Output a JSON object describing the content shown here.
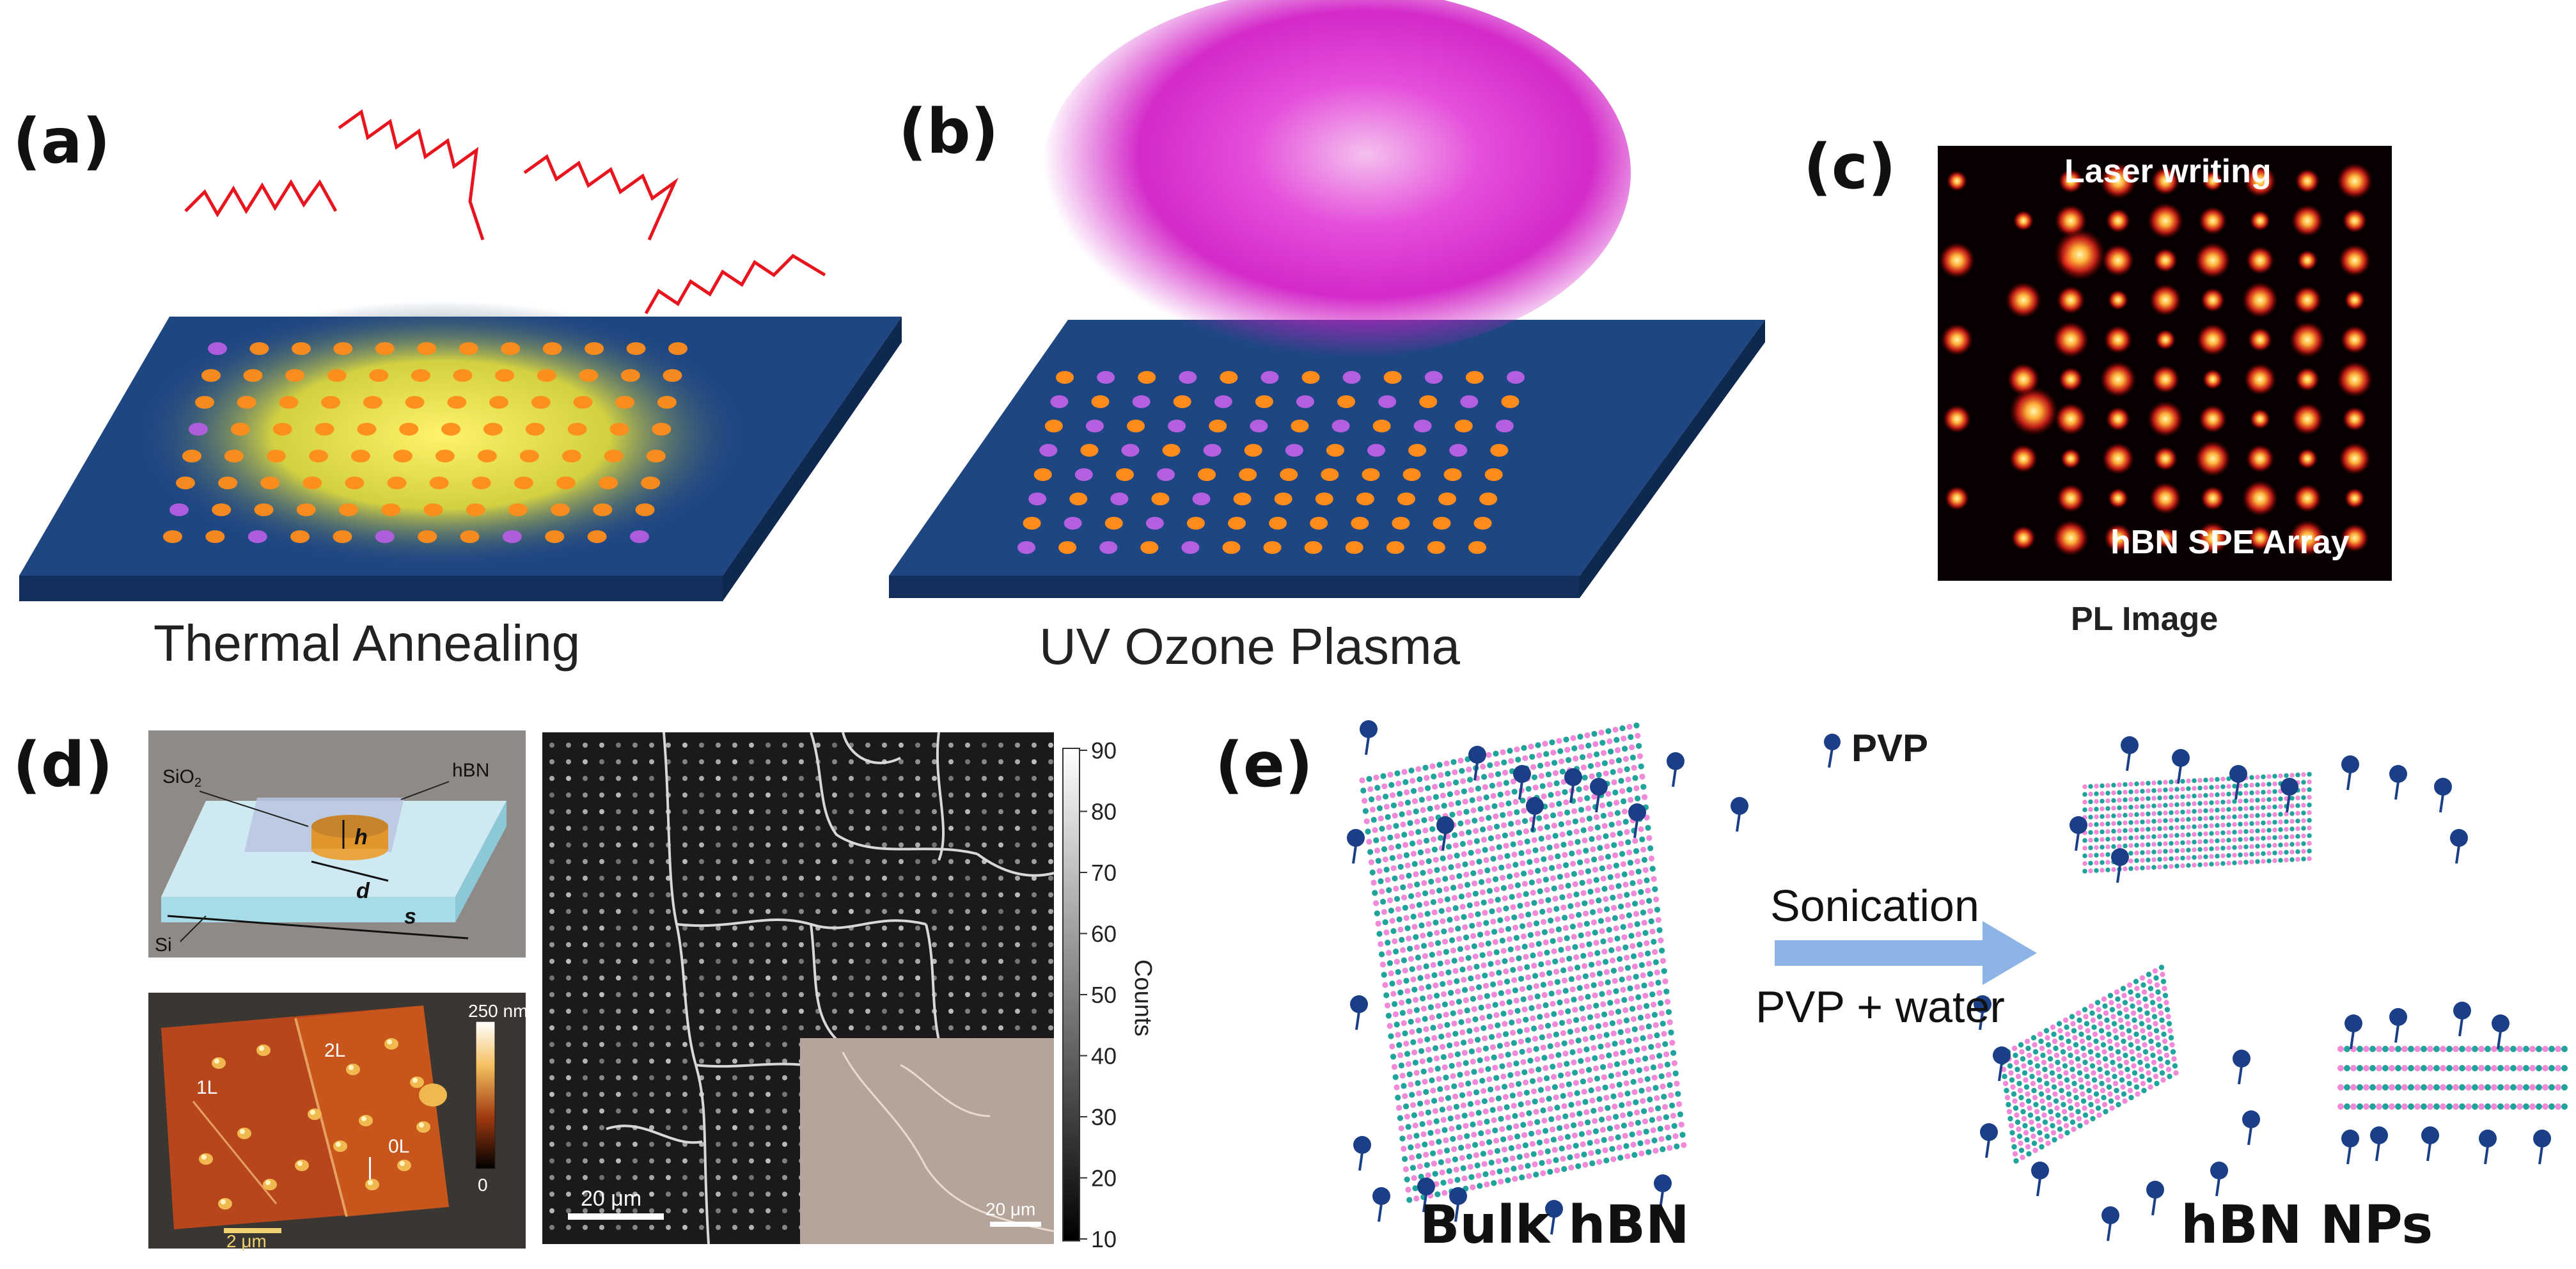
{
  "panels": {
    "a": {
      "label": "(a)",
      "caption": "Thermal Annealing"
    },
    "b": {
      "label": "(b)",
      "caption": "UV Ozone Plasma"
    },
    "c": {
      "label": "(c)",
      "caption": "PL Image",
      "overlay_top": "Laser writing",
      "overlay_bottom": "hBN SPE Array"
    },
    "d": {
      "label": "(d)",
      "schematic_labels": {
        "sio2": "SiO",
        "sio2_sub": "2",
        "hbn": "hBN",
        "h": "h",
        "d": "d",
        "s": "s",
        "si": "Si"
      },
      "afm": {
        "layer_1": "1L",
        "layer_2": "2L",
        "layer_0": "0L",
        "scale": "2 μm",
        "colorbar_max": "250 nm",
        "colorbar_min": "0"
      },
      "pl_map": {
        "scale": "20 μm",
        "inset_scale": "20 μm",
        "colorbar_label": "Counts",
        "colorbar_ticks": [
          "90",
          "80",
          "70",
          "60",
          "50",
          "40",
          "30",
          "20",
          "10"
        ]
      }
    },
    "e": {
      "label": "(e)",
      "legend": "PVP",
      "step_top": "Sonication",
      "step_bottom": "PVP + water",
      "left_caption": "Bulk hBN",
      "right_caption": "hBN NPs"
    }
  },
  "colors": {
    "substrate_top": "#1e4683",
    "substrate_side": "#16335f",
    "wave_red": "#e8151e",
    "dot_orange": "#ff8c1a",
    "dot_purple": "#b45ee0",
    "plasma_magenta": "#e21bd6",
    "boron_pink": "#f08ad8",
    "nitrogen_teal": "#1fa39a",
    "pvp_blue": "#1b3f86",
    "arrow_blue": "#8db4e6"
  }
}
